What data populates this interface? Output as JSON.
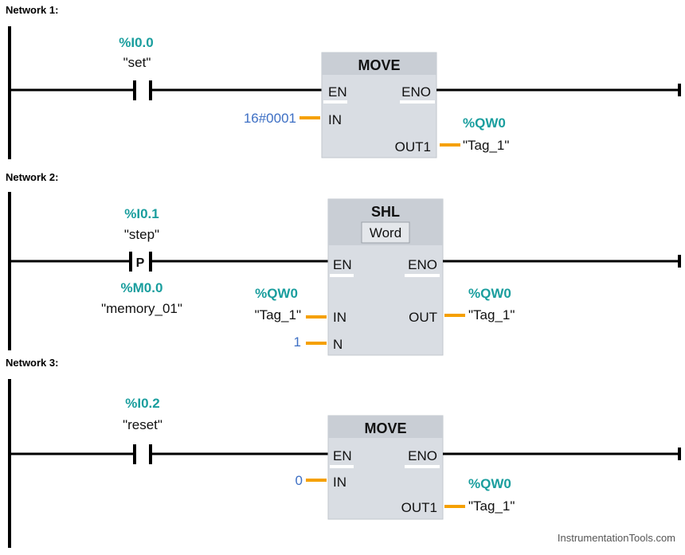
{
  "networks": [
    {
      "label": "Network 1:",
      "contact": {
        "address": "%I0.0",
        "symbol": "\"set\""
      },
      "block": {
        "title": "MOVE",
        "en": "EN",
        "eno": "ENO",
        "in_pin": "IN",
        "out_pin": "OUT1"
      },
      "input": {
        "value": "16#0001"
      },
      "output": {
        "address": "%QW0",
        "symbol": "\"Tag_1\""
      }
    },
    {
      "label": "Network 2:",
      "contact": {
        "address": "%I0.1",
        "symbol": "\"step\"",
        "edge": "P",
        "edge_address": "%M0.0",
        "edge_symbol": "\"memory_01\""
      },
      "block": {
        "title": "SHL",
        "datatype": "Word",
        "en": "EN",
        "eno": "ENO",
        "in_pin": "IN",
        "n_pin": "N",
        "out_pin": "OUT"
      },
      "input": {
        "address": "%QW0",
        "symbol": "\"Tag_1\""
      },
      "n_value": "1",
      "output": {
        "address": "%QW0",
        "symbol": "\"Tag_1\""
      }
    },
    {
      "label": "Network 3:",
      "contact": {
        "address": "%I0.2",
        "symbol": "\"reset\""
      },
      "block": {
        "title": "MOVE",
        "en": "EN",
        "eno": "ENO",
        "in_pin": "IN",
        "out_pin": "OUT1"
      },
      "input": {
        "value": "0"
      },
      "output": {
        "address": "%QW0",
        "symbol": "\"Tag_1\""
      }
    }
  ],
  "watermark": "InstrumentationTools.com",
  "colors": {
    "address": "#1a9e9e",
    "constant": "#3d6fc4",
    "wire_orange": "#f5a000",
    "block_fill": "#d9dde3",
    "block_header": "#c9ced5"
  }
}
